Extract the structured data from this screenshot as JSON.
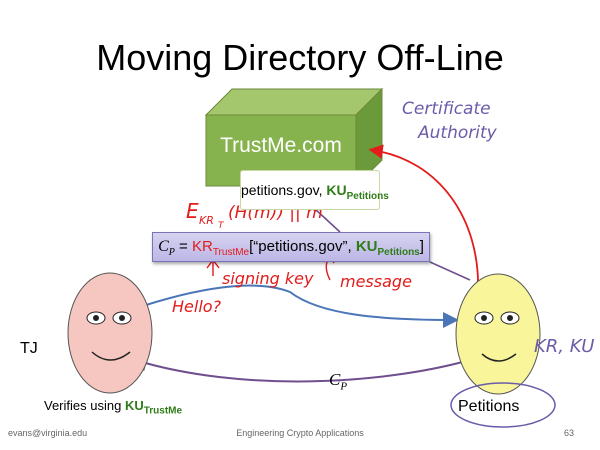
{
  "slide": {
    "title": "Moving Directory Off-Line",
    "trustme_name": "TrustMe.com",
    "cert_box": {
      "text": "petitions.gov, ",
      "key": "KU",
      "key_sub": "Petitions"
    },
    "cp_box": {
      "c": "C",
      "c_sub": "P",
      "eq": " = ",
      "kr": "KR",
      "kr_sub": "TrustMe",
      "mid": "[“petitions.gov”, ",
      "ku": "KU",
      "ku_sub": "Petitions",
      "end": "]"
    },
    "tj_label": "TJ",
    "verifies": {
      "text": "Verifies using ",
      "key": "KU",
      "key_sub": "TrustMe"
    },
    "cp_bottom": {
      "c": "C",
      "sub": "P"
    },
    "petitions_label": "Petitions"
  },
  "annotations": {
    "certificate_authority_line1": "Certificate",
    "certificate_authority_line2": "Authority",
    "e_formula": "E",
    "e_sub": "KR",
    "e_sub2": "T",
    "e_rest": "(H(m)) || m",
    "signing_key": "signing key",
    "message": "message",
    "hello": "Hello?",
    "kr_ku": "KR, KU"
  },
  "footer": {
    "left": "evans@virginia.edu",
    "center": "Engineering Crypto Applications",
    "right": "63"
  },
  "colors": {
    "box_front": "#87b34f",
    "box_top": "#a4c76d",
    "box_side": "#6b9a3a",
    "key_green": "#2f7d18",
    "key_red": "#e21b1b",
    "face_pink": "#f6c6c0",
    "face_yellow": "#f8f59a",
    "ink_red": "#e21b1b",
    "ink_purple": "#6b5ba8",
    "arrow_blue": "#4a76b8",
    "arrow_purple": "#6f4f8f"
  }
}
